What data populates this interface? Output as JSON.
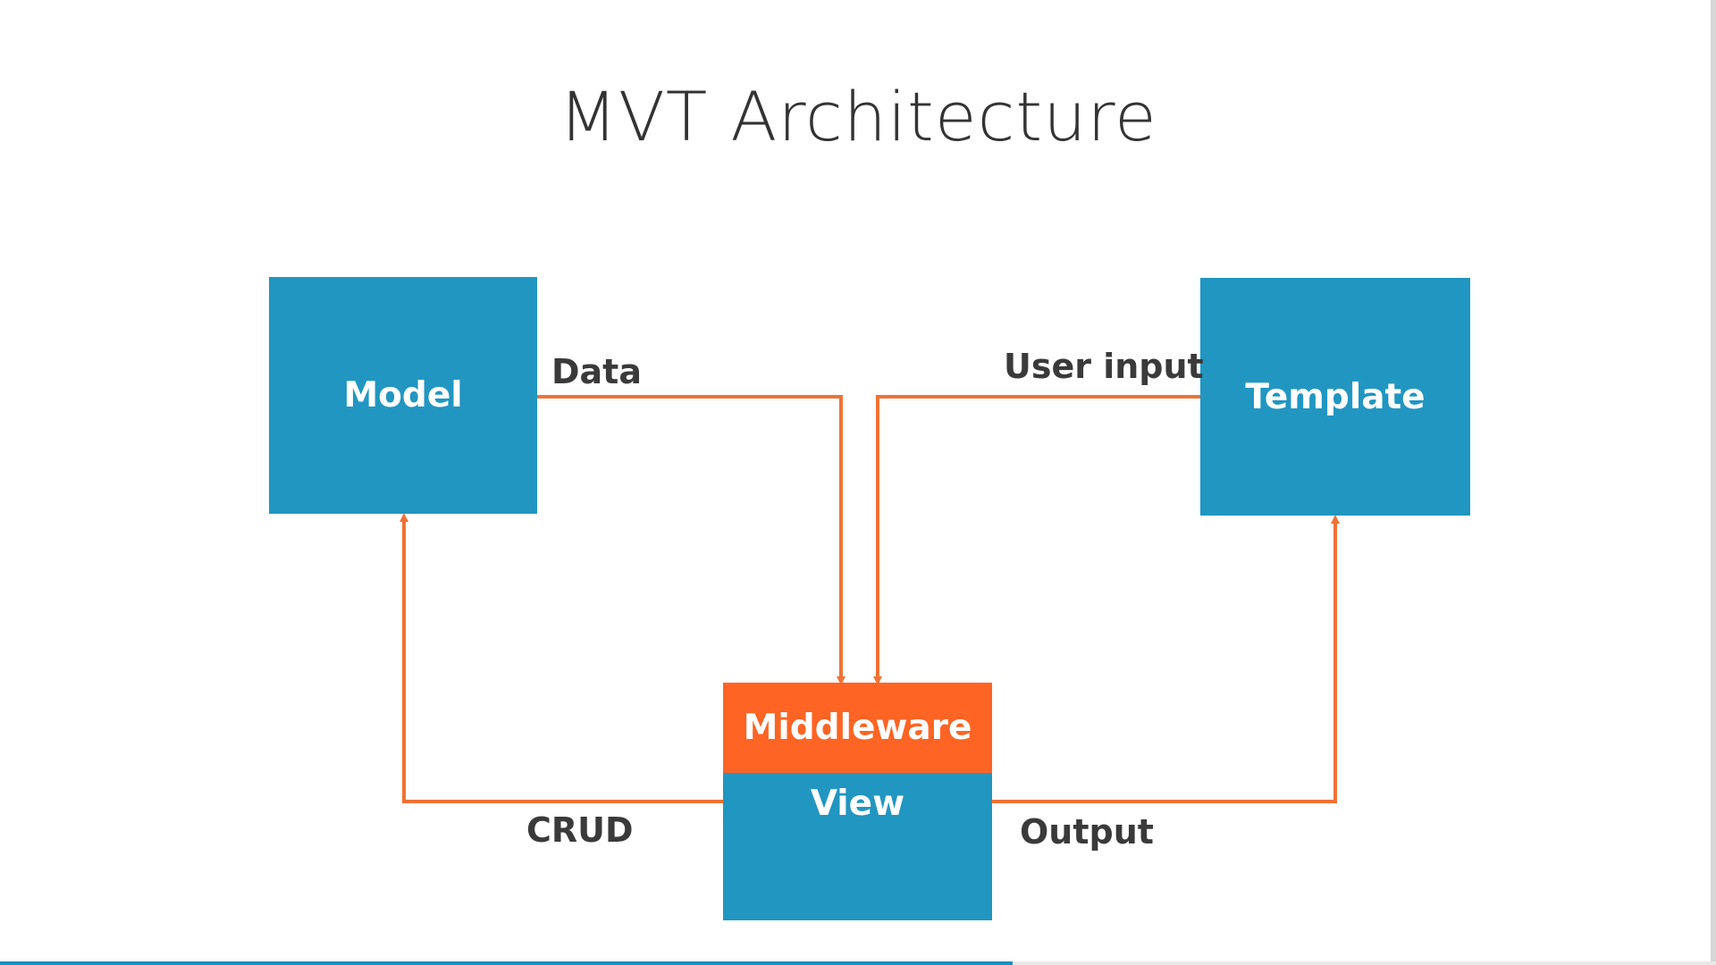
{
  "title": "MVT Architecture",
  "nodes": {
    "model": "Model",
    "template": "Template",
    "middleware": "Middleware",
    "view": "View"
  },
  "edges": {
    "data": "Data",
    "user_input": "User input",
    "crud": "CRUD",
    "output": "Output"
  },
  "colors": {
    "box_blue": "#2196c1",
    "middleware_orange": "#fe6423",
    "connector_orange": "#f07236",
    "progress_blue": "#1b8fbf"
  },
  "video_progress": 0.59
}
